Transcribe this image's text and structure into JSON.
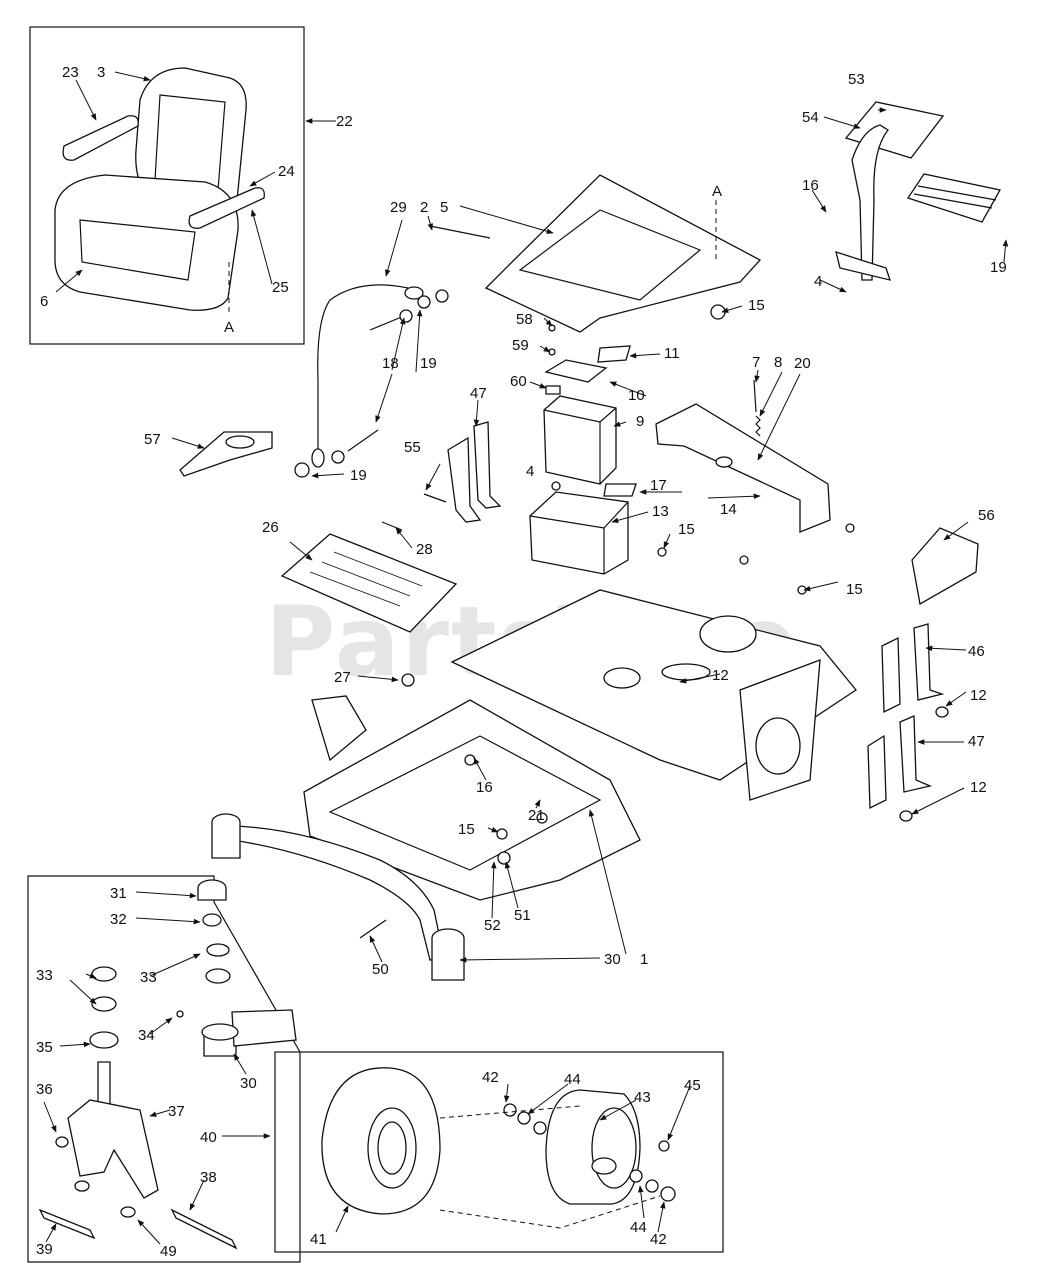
{
  "watermark": "PartsTree",
  "section_marker": "A",
  "callouts": [
    "1",
    "2",
    "3",
    "4",
    "5",
    "6",
    "7",
    "8",
    "9",
    "10",
    "11",
    "12",
    "13",
    "14",
    "15",
    "16",
    "17",
    "18",
    "19",
    "20",
    "21",
    "22",
    "23",
    "24",
    "25",
    "26",
    "27",
    "28",
    "29",
    "30",
    "31",
    "32",
    "33",
    "34",
    "35",
    "36",
    "37",
    "38",
    "39",
    "40",
    "41",
    "42",
    "43",
    "44",
    "45",
    "46",
    "47",
    "49",
    "50",
    "51",
    "52",
    "53",
    "54",
    "55",
    "56",
    "57",
    "58",
    "59",
    "60"
  ]
}
